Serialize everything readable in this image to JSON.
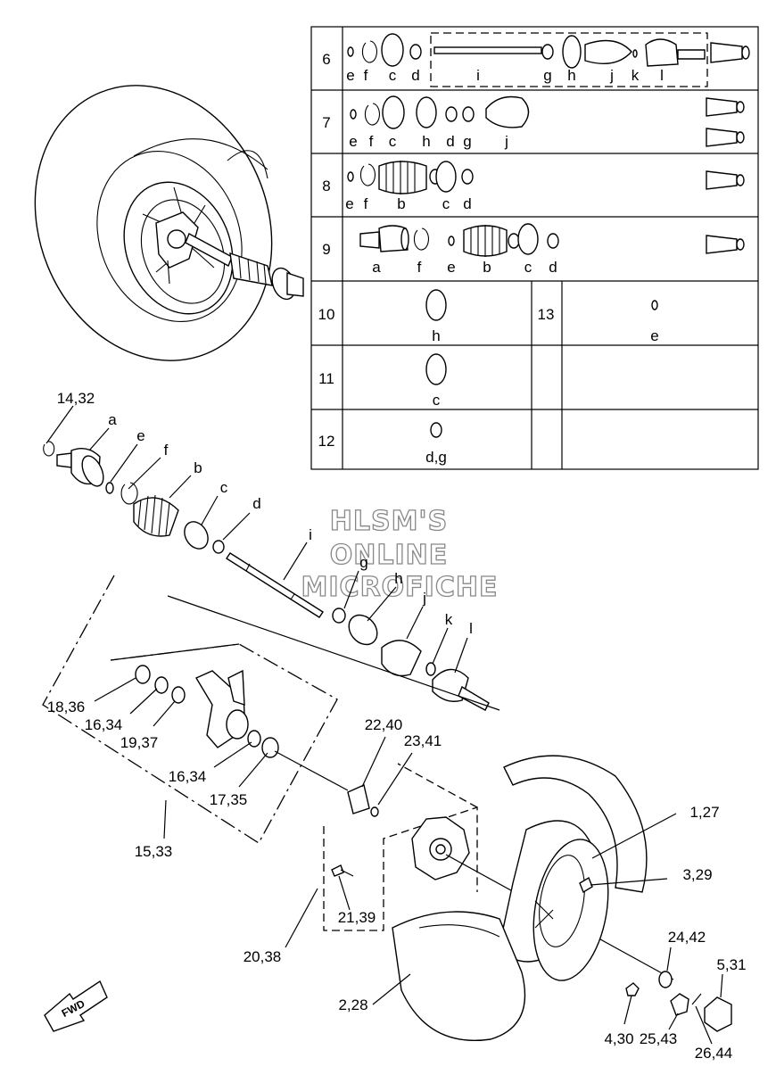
{
  "watermark": {
    "line1": "HLSM'S",
    "line2": "ONLINE",
    "line3": "MICROFICHE"
  },
  "fwd_label": "FWD",
  "kit_table": {
    "rows": [
      {
        "number": "6",
        "letters": [
          "e",
          "f",
          "c",
          "d",
          "i",
          "g",
          "h",
          "j",
          "k",
          "l"
        ]
      },
      {
        "number": "7",
        "letters": [
          "e",
          "f",
          "c",
          "h",
          "d",
          "g",
          "j"
        ]
      },
      {
        "number": "8",
        "letters": [
          "e",
          "f",
          "b",
          "c",
          "d"
        ]
      },
      {
        "number": "9",
        "letters": [
          "a",
          "f",
          "e",
          "b",
          "c",
          "d"
        ]
      },
      {
        "number": "10",
        "letters": [
          "h"
        ]
      },
      {
        "number": "11",
        "letters": [
          "c"
        ]
      },
      {
        "number": "12",
        "letters": [
          "d,g"
        ]
      },
      {
        "number": "13",
        "letters": [
          "e"
        ]
      }
    ]
  },
  "callouts": [
    "14,32",
    "a",
    "e",
    "f",
    "b",
    "c",
    "d",
    "i",
    "g",
    "h",
    "j",
    "k",
    "l",
    "18,36",
    "16,34",
    "19,37",
    "16,34",
    "17,35",
    "15,33",
    "22,40",
    "23,41",
    "1,27",
    "3,29",
    "21,39",
    "20,38",
    "24,42",
    "5,31",
    "2,28",
    "4,30",
    "25,43",
    "26,44"
  ]
}
